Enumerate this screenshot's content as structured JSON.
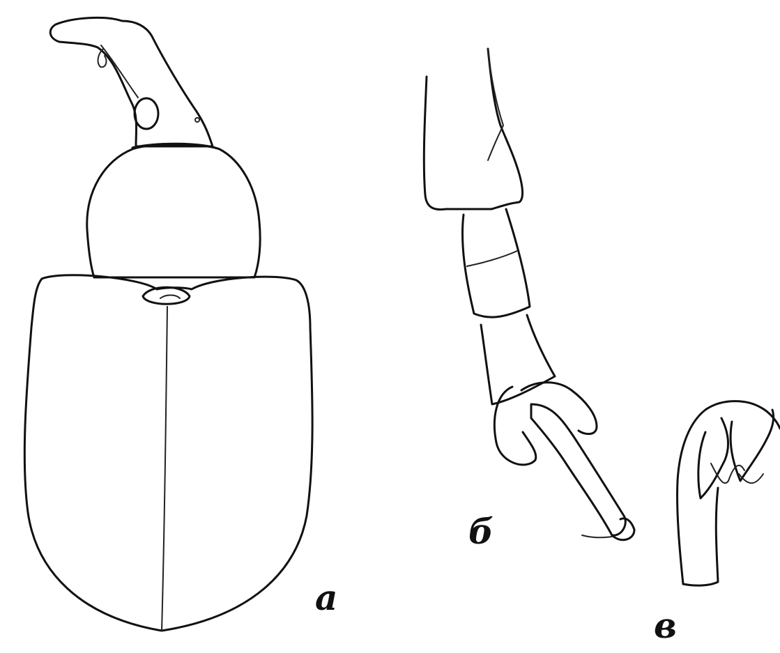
{
  "figure": {
    "panels": [
      {
        "id": "a",
        "label": "а"
      },
      {
        "id": "b",
        "label": "б"
      },
      {
        "id": "c",
        "label": "в"
      }
    ]
  }
}
